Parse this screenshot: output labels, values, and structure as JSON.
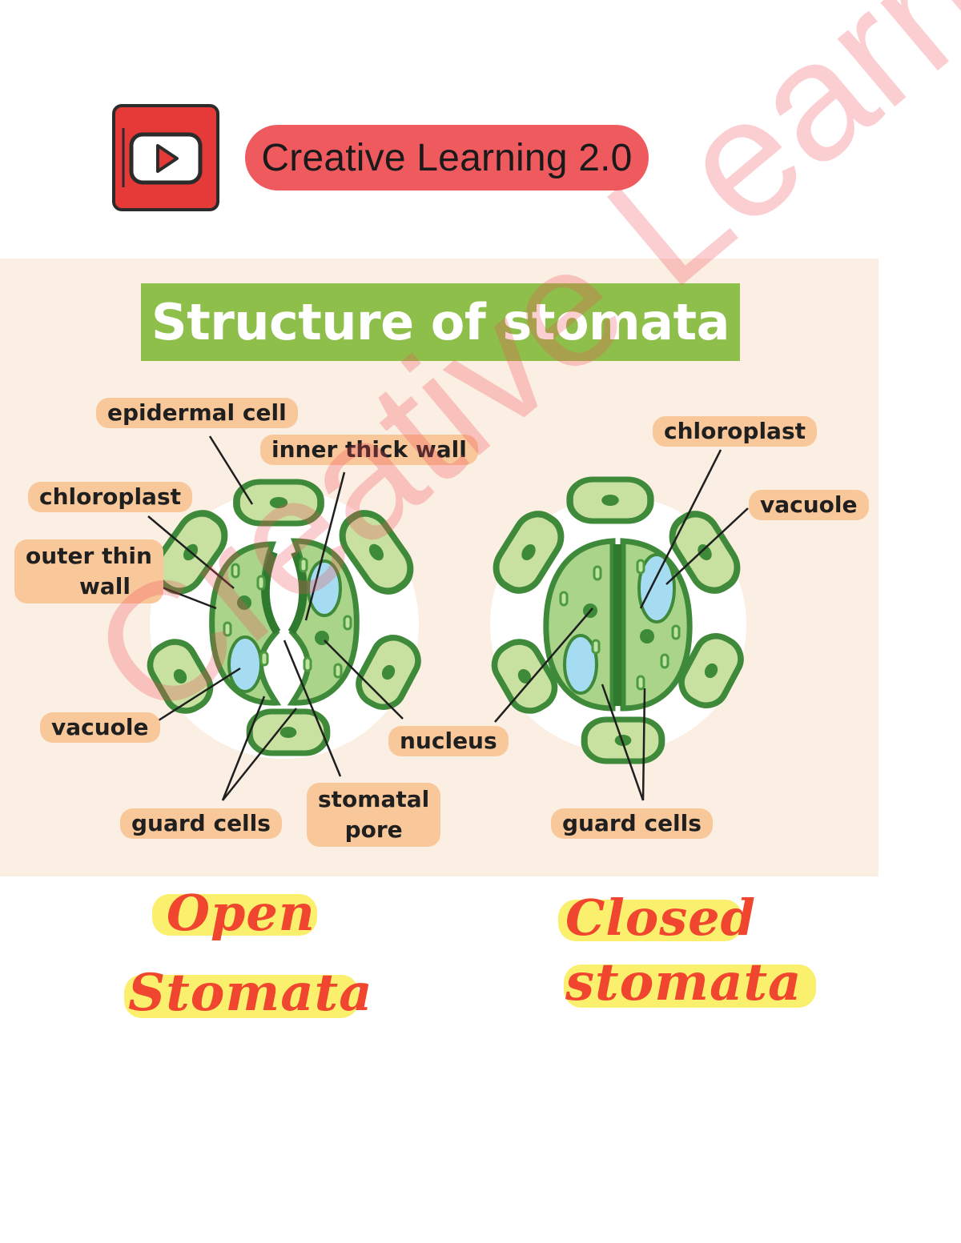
{
  "header": {
    "brand_name": "Creative Learning 2.0",
    "logo_icon": "youtube-play-icon"
  },
  "diagram": {
    "title": "Structure of stomata",
    "open_labels": {
      "epidermal_cell": "epidermal cell",
      "inner_thick_wall": "inner thick wall",
      "chloroplast": "chloroplast",
      "outer_thin_wall_line1": "outer thin",
      "outer_thin_wall_line2": "wall",
      "vacuole": "vacuole",
      "guard_cells": "guard cells",
      "stomatal_pore_line1": "stomatal",
      "stomatal_pore_line2": "pore",
      "nucleus": "nucleus"
    },
    "closed_labels": {
      "chloroplast": "chloroplast",
      "vacuole": "vacuole",
      "guard_cells": "guard cells"
    }
  },
  "captions": {
    "open_line1": "Open",
    "open_line2": "Stomata",
    "closed_line1": "Closed",
    "closed_line2": "stomata"
  },
  "watermark": "Creative Learning",
  "colors": {
    "brand_red": "#ef5a5f",
    "title_green": "#8ebf4a",
    "label_orange": "#f8c79a",
    "panel_beige": "#fbeee2",
    "highlight_yellow": "#fbf06e",
    "caption_red": "#f0452e"
  }
}
